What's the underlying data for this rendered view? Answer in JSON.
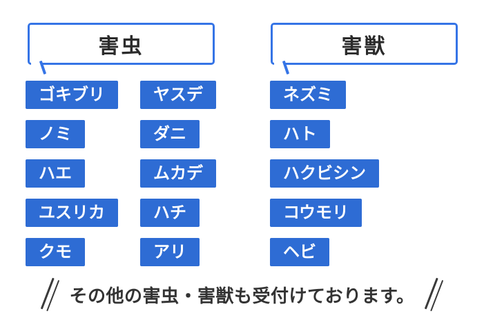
{
  "colors": {
    "tag_blue": "#2e6cd4",
    "bubble_border_blue": "#3574e6",
    "title_text": "#2b2b2b",
    "tag_text": "#ffffff",
    "footer_text": "#333333"
  },
  "groups": [
    {
      "title": "害虫",
      "columns": [
        [
          "ゴキブリ",
          "ノミ",
          "ハエ",
          "ユスリカ",
          "クモ"
        ],
        [
          "ヤスデ",
          "ダニ",
          "ムカデ",
          "ハチ",
          "アリ"
        ]
      ]
    },
    {
      "title": "害獣",
      "columns": [
        [
          "ネズミ",
          "ハト",
          "ハクビシン",
          "コウモリ",
          "ヘビ"
        ]
      ]
    }
  ],
  "footer": {
    "text": "その他の害虫・害獣も受付けております。"
  }
}
